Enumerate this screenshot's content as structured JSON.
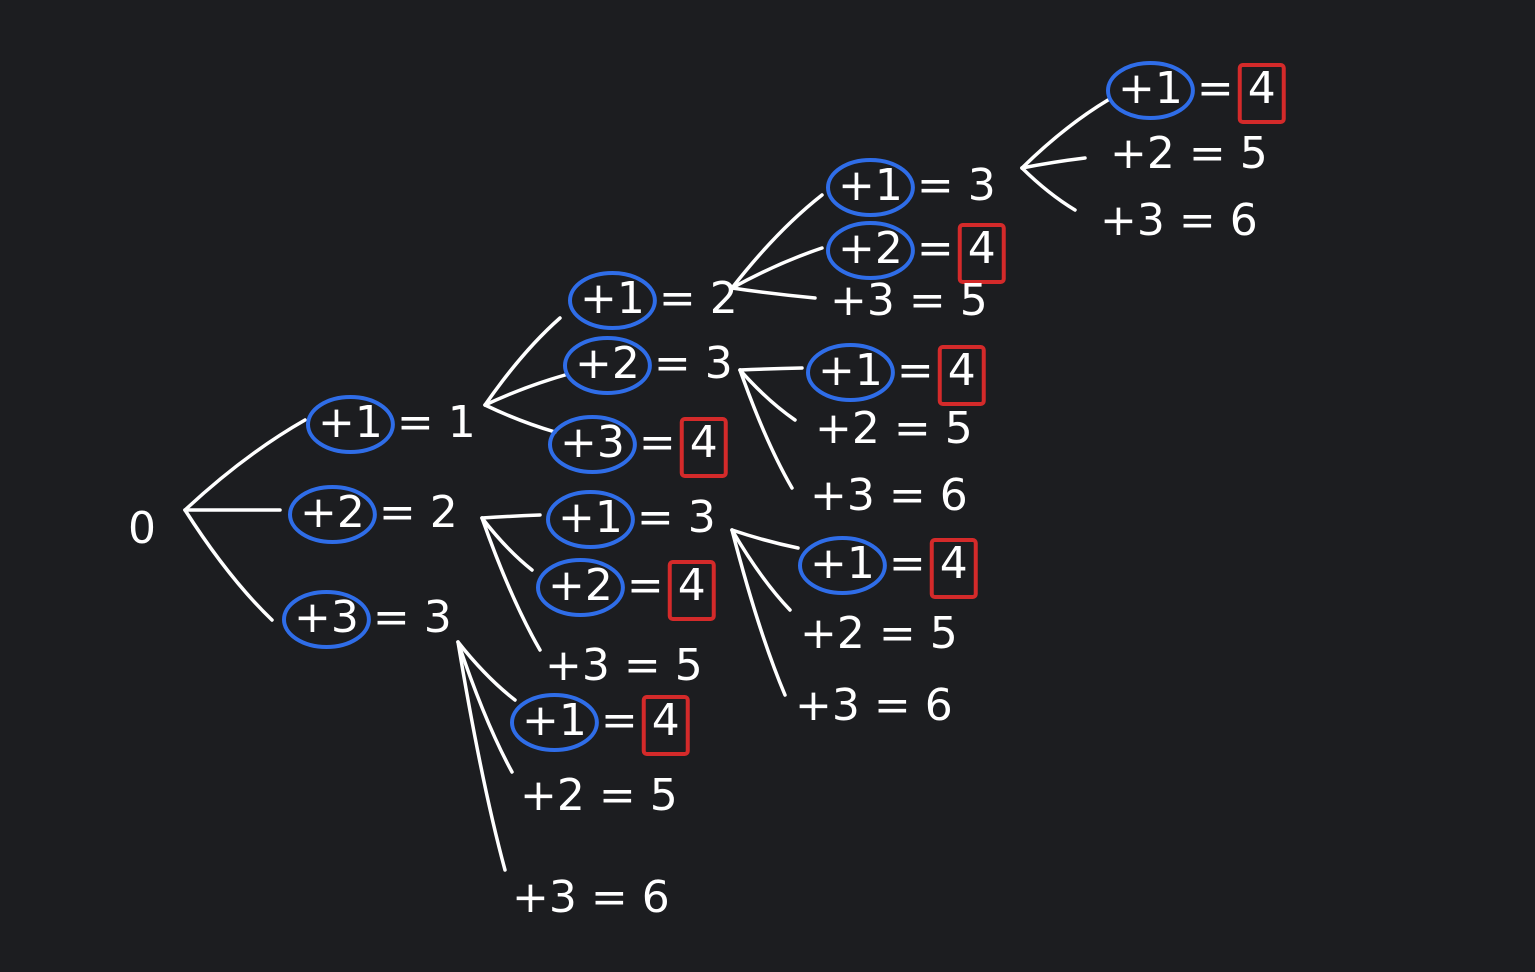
{
  "colors": {
    "background": "#1c1d20",
    "ink": "#ffffff",
    "circle_highlight": "#2f6de8",
    "box_highlight": "#d42a2a"
  },
  "root": {
    "label": "0"
  },
  "nodes": [
    {
      "id": "a1",
      "parent": "root",
      "step": "+1",
      "eq": "=",
      "value": "1",
      "circled": true,
      "boxed": false
    },
    {
      "id": "a2",
      "parent": "root",
      "step": "+2",
      "eq": "=",
      "value": "2",
      "circled": true,
      "boxed": false
    },
    {
      "id": "a3",
      "parent": "root",
      "step": "+3",
      "eq": "=",
      "value": "3",
      "circled": true,
      "boxed": false
    },
    {
      "id": "b11",
      "parent": "a1",
      "step": "+1",
      "eq": "=",
      "value": "2",
      "circled": true,
      "boxed": false
    },
    {
      "id": "b12",
      "parent": "a1",
      "step": "+2",
      "eq": "=",
      "value": "3",
      "circled": true,
      "boxed": false
    },
    {
      "id": "b13",
      "parent": "a1",
      "step": "+3",
      "eq": "=",
      "value": "4",
      "circled": true,
      "boxed": true
    },
    {
      "id": "b21",
      "parent": "a2",
      "step": "+1",
      "eq": "=",
      "value": "3",
      "circled": true,
      "boxed": false
    },
    {
      "id": "b22",
      "parent": "a2",
      "step": "+2",
      "eq": "=",
      "value": "4",
      "circled": true,
      "boxed": true
    },
    {
      "id": "b23",
      "parent": "a2",
      "step": "+3",
      "eq": "=",
      "value": "5",
      "circled": false,
      "boxed": false
    },
    {
      "id": "b31",
      "parent": "a3",
      "step": "+1",
      "eq": "=",
      "value": "4",
      "circled": true,
      "boxed": true
    },
    {
      "id": "b32",
      "parent": "a3",
      "step": "+2",
      "eq": "=",
      "value": "5",
      "circled": false,
      "boxed": false
    },
    {
      "id": "b33",
      "parent": "a3",
      "step": "+3",
      "eq": "=",
      "value": "6",
      "circled": false,
      "boxed": false
    },
    {
      "id": "c111",
      "parent": "b11",
      "step": "+1",
      "eq": "=",
      "value": "3",
      "circled": true,
      "boxed": false
    },
    {
      "id": "c112",
      "parent": "b11",
      "step": "+2",
      "eq": "=",
      "value": "4",
      "circled": true,
      "boxed": true
    },
    {
      "id": "c113",
      "parent": "b11",
      "step": "+3",
      "eq": "=",
      "value": "5",
      "circled": false,
      "boxed": false
    },
    {
      "id": "c121",
      "parent": "b12",
      "step": "+1",
      "eq": "=",
      "value": "4",
      "circled": true,
      "boxed": true
    },
    {
      "id": "c122",
      "parent": "b12",
      "step": "+2",
      "eq": "=",
      "value": "5",
      "circled": false,
      "boxed": false
    },
    {
      "id": "c123",
      "parent": "b12",
      "step": "+3",
      "eq": "=",
      "value": "6",
      "circled": false,
      "boxed": false
    },
    {
      "id": "c211",
      "parent": "b21",
      "step": "+1",
      "eq": "=",
      "value": "4",
      "circled": true,
      "boxed": true
    },
    {
      "id": "c212",
      "parent": "b21",
      "step": "+2",
      "eq": "=",
      "value": "5",
      "circled": false,
      "boxed": false
    },
    {
      "id": "c213",
      "parent": "b21",
      "step": "+3",
      "eq": "=",
      "value": "6",
      "circled": false,
      "boxed": false
    },
    {
      "id": "d1111",
      "parent": "c111",
      "step": "+1",
      "eq": "=",
      "value": "4",
      "circled": true,
      "boxed": true
    },
    {
      "id": "d1112",
      "parent": "c111",
      "step": "+2",
      "eq": "=",
      "value": "5",
      "circled": false,
      "boxed": false
    },
    {
      "id": "d1113",
      "parent": "c111",
      "step": "+3",
      "eq": "=",
      "value": "6",
      "circled": false,
      "boxed": false
    }
  ]
}
